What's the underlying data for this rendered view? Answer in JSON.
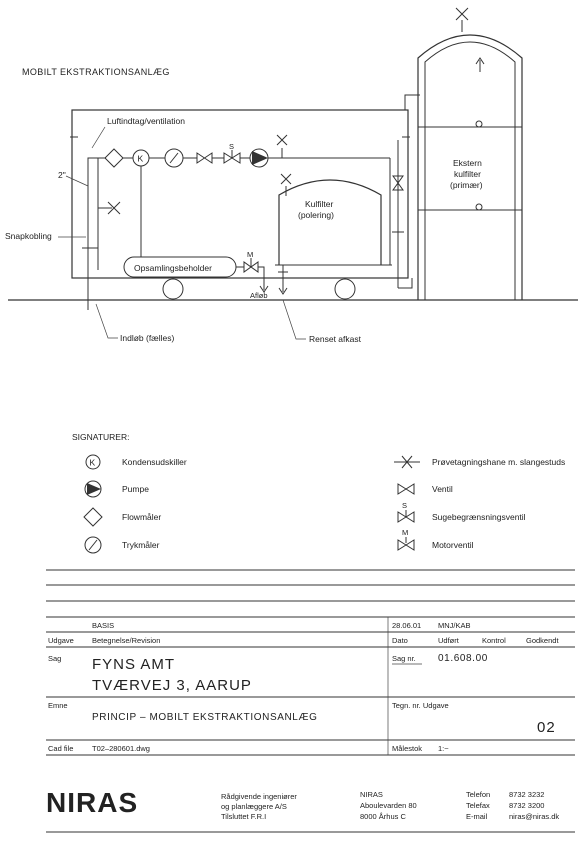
{
  "diagram": {
    "title": "MOBILT EKSTRAKTIONSANLÆG",
    "labels": {
      "luftindtag": "Luftindtag/ventilation",
      "two_inch": "2\"",
      "snapkobling": "Snapkobling",
      "opsamlingsbeholder": "Opsamlingsbeholder",
      "kulfilter": "Kulfilter",
      "polering": "(polering)",
      "ekstern": "Ekstern",
      "kulfilter_ext": "kulfilter",
      "primaer": "(primær)",
      "afloeb": "Afløb",
      "indloeb": "Indløb (fælles)",
      "renset": "Renset afkast",
      "s": "S",
      "m": "M",
      "k": "K"
    }
  },
  "legend": {
    "title": "SIGNATURER:",
    "items": [
      {
        "symbol": "K",
        "icon": "kondensudskiller-icon",
        "label": "Kondensudskiller"
      },
      {
        "icon": "pump-icon",
        "label": "Pumpe"
      },
      {
        "icon": "flowmeter-icon",
        "label": "Flowmåler"
      },
      {
        "symbol": "/",
        "icon": "pressure-gauge-icon",
        "label": "Trykmåler"
      },
      {
        "icon": "sampling-tap-icon",
        "label": "Prøvetagningshane m. slangestuds"
      },
      {
        "icon": "valve-icon",
        "label": "Ventil"
      },
      {
        "symbol": "S",
        "icon": "suction-limit-valve-icon",
        "label": "Sugebegrænsningsventil"
      },
      {
        "symbol": "M",
        "icon": "motor-valve-icon",
        "label": "Motorventil"
      }
    ]
  },
  "title_block": {
    "rev_basis": "BASIS",
    "rev_date": "28.06.01",
    "rev_by": "MNJ/KAB",
    "col_udgave": "Udgave",
    "col_betegnelse": "Betegnelse/Revision",
    "col_dato": "Dato",
    "col_udfoert": "Udført",
    "col_kontrol": "Kontrol",
    "col_godkendt": "Godkendt",
    "sag_label": "Sag",
    "sag_line1": "FYNS AMT",
    "sag_line2": "TVÆRVEJ 3, AARUP",
    "sag_nr_label": "Sag nr.",
    "sag_nr": "01.608.00",
    "emne_label": "Emne",
    "emne": "PRINCIP – MOBILT EKSTRAKTIONSANLÆG",
    "tegn_label": "Tegn. nr.  Udgave",
    "udgave": "02",
    "cad_label": "Cad file",
    "cad_file": "T02–280601.dwg",
    "maalestok_label": "Målestok",
    "maalestok": "1:~"
  },
  "footer": {
    "logo": "NIRAS",
    "company_line1": "Rådgivende ingeniører",
    "company_line2": "og planlæggere A/S",
    "company_line3": "Tilsluttet F.R.I",
    "addr_line1": "NIRAS",
    "addr_line2": "Aboulevarden 80",
    "addr_line3": "8000 Århus C",
    "tel_label": "Telefon",
    "tel": "8732 3232",
    "fax_label": "Telefax",
    "fax": "8732 3200",
    "mail_label": "E-mail",
    "mail": "niras@niras.dk"
  }
}
